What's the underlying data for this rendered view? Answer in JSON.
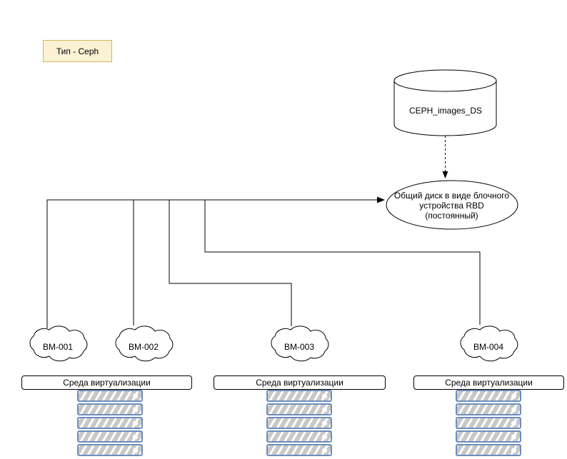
{
  "diagram": {
    "legend": {
      "label": "Тип - Ceph",
      "fill": "#FAF2D3",
      "stroke": "#D6B656"
    },
    "datastore": {
      "name": "cylinder",
      "label": "CEPH_images_DS"
    },
    "shared_disk": {
      "name": "ellipse",
      "label": "Общий диск в виде блочного\nустройства RBD\n(постоянный)"
    },
    "vms": [
      {
        "label": "ВМ-001"
      },
      {
        "label": "ВМ-002"
      },
      {
        "label": "ВМ-003"
      },
      {
        "label": "ВМ-004"
      }
    ],
    "environments": [
      {
        "label": "Среда виртуализации"
      },
      {
        "label": "Среда виртуализации"
      },
      {
        "label": "Среда виртуализации"
      }
    ],
    "racks": [
      {
        "units": 5
      },
      {
        "units": 5
      },
      {
        "units": 5
      }
    ],
    "colors": {
      "line": "#000000",
      "rack_border": "#6C8EBF",
      "rack_fill": "#C8C8C8",
      "background": "#FFFFFF"
    }
  }
}
